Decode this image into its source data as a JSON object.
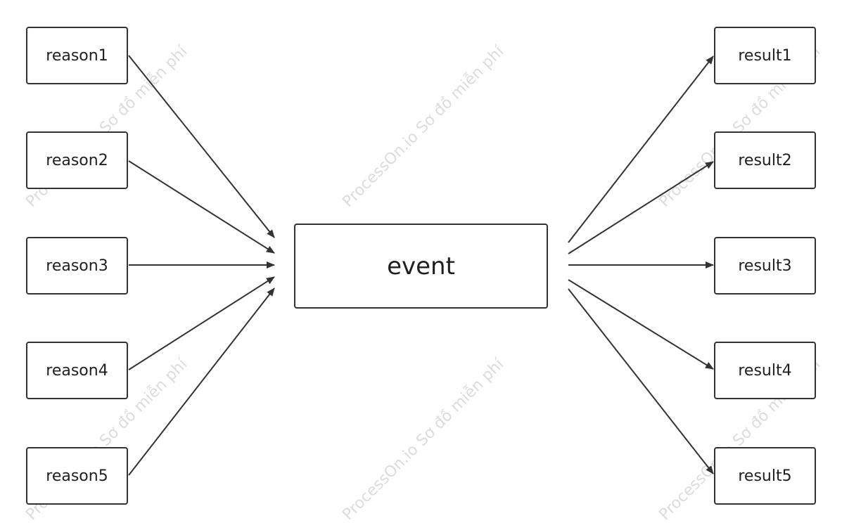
{
  "diagram": {
    "center": {
      "label": "event"
    },
    "reasons": [
      {
        "label": "reason1"
      },
      {
        "label": "reason2"
      },
      {
        "label": "reason3"
      },
      {
        "label": "reason4"
      },
      {
        "label": "reason5"
      }
    ],
    "results": [
      {
        "label": "result1"
      },
      {
        "label": "result2"
      },
      {
        "label": "result3"
      },
      {
        "label": "result4"
      },
      {
        "label": "result5"
      }
    ],
    "edge_color": "#333333",
    "border_color": "#323232"
  },
  "watermark": {
    "text": "ProcessOn.io Sơ đồ miễn phí"
  }
}
